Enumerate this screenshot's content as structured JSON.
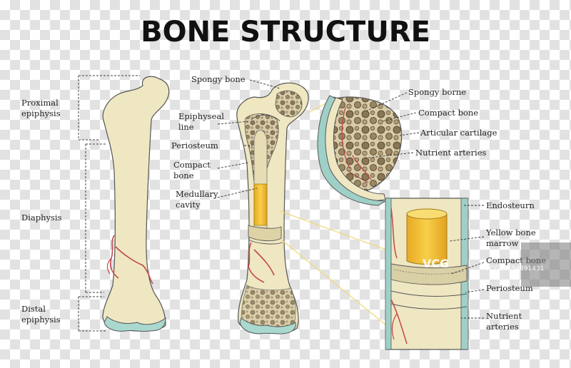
{
  "title": "BONE STRUCTURE",
  "left_labels": {
    "proximal": [
      "Proximal",
      "epiphysis"
    ],
    "diaphysis": "Diaphysis",
    "distal": [
      "Distal",
      "epiphysis"
    ]
  },
  "middle_labels": {
    "spongy": "Spongy bone",
    "epiphyseal": [
      "Epiphyseal",
      "line"
    ],
    "periosteum": "Periosteum",
    "compact": [
      "Compact",
      "bone"
    ],
    "medullary": [
      "Medullary",
      "cavity"
    ]
  },
  "head_labels": {
    "spongy": "Spongy borne",
    "compact": "Compact bone",
    "cartilage": "Articular cartilage",
    "arteries": "Nutrient arteries"
  },
  "shaft_labels": {
    "endosteum": "Endosteurn",
    "marrow": [
      "Yellow bone",
      "marrow"
    ],
    "compact": "Compact bone",
    "periosteum": "Periosteum",
    "arteries": [
      "Nutrient",
      "arteries"
    ]
  },
  "watermark": {
    "logo": "VCG",
    "id": "VCG21154891431"
  },
  "colors": {
    "bone": "#efe7c2",
    "bone_outline": "#555555",
    "spongy": "#cfc2a0",
    "cartilage": "#9fd0c8",
    "marrow": "#f2c437",
    "artery": "#c2474a",
    "guide_line": "#f0d77a"
  }
}
